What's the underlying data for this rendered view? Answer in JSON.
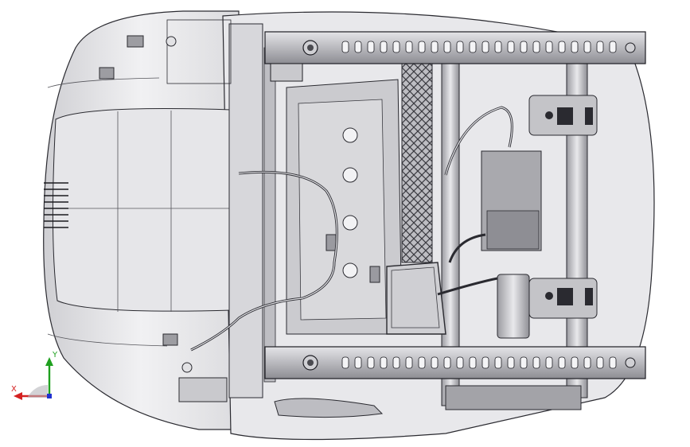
{
  "viewport": {
    "background": "#ffffff",
    "model_name_icon": "car-seat-frame-cad-model"
  },
  "triad": {
    "x_label": "X",
    "y_label": "Y",
    "x_color": "#d42020",
    "y_color": "#1fa01f",
    "z_color": "#2030d0"
  }
}
